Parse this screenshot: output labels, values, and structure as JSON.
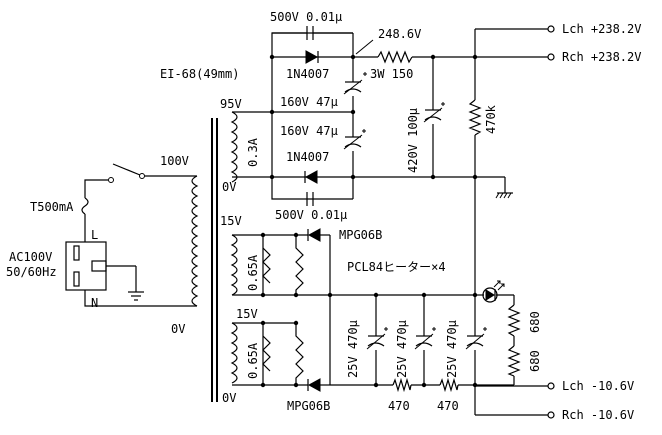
{
  "labels": {
    "cap_top": "500V 0.01μ",
    "cap_bottom": "500V 0.01μ",
    "volt_2486": "248.6V",
    "res_3w150": "3W 150",
    "cap_160v_1": "160V 47μ",
    "cap_160v_2": "160V 47μ",
    "diode_top": "1N4007",
    "diode_bottom": "1N4007",
    "cap_420v": "420V 100μ",
    "res_470k": "470k",
    "core": "EI-68(49mm)",
    "sec_95v": "95V",
    "sec_03a": "0.3A",
    "sec_0v_a": "0V",
    "pri_100v": "100V",
    "pri_0v": "0V",
    "fuse": "T500mA",
    "ac_l": "L",
    "ac_n": "N",
    "ac_rating": "AC100V",
    "ac_freq": "50/60Hz",
    "sec_15v_a": "15V",
    "sec_065a_a": "0.65A",
    "sec_15v_b": "15V",
    "sec_065a_b": "0.65A",
    "sec_0v_b": "0V",
    "mpg_top": "MPG06B",
    "mpg_bottom": "MPG06B",
    "heater": "PCL84ヒーター×4",
    "cap_25v_1": "25V 470μ",
    "cap_25v_2": "25V 470μ",
    "cap_25v_3": "25V 470μ",
    "res_470_a": "470",
    "res_470_b": "470",
    "res_680_a": "680",
    "res_680_b": "680"
  },
  "outputs": {
    "lch_hv": "Lch +238.2V",
    "rch_hv": "Rch +238.2V",
    "lch_lv": "Lch -10.6V",
    "rch_lv": "Rch -10.6V"
  }
}
